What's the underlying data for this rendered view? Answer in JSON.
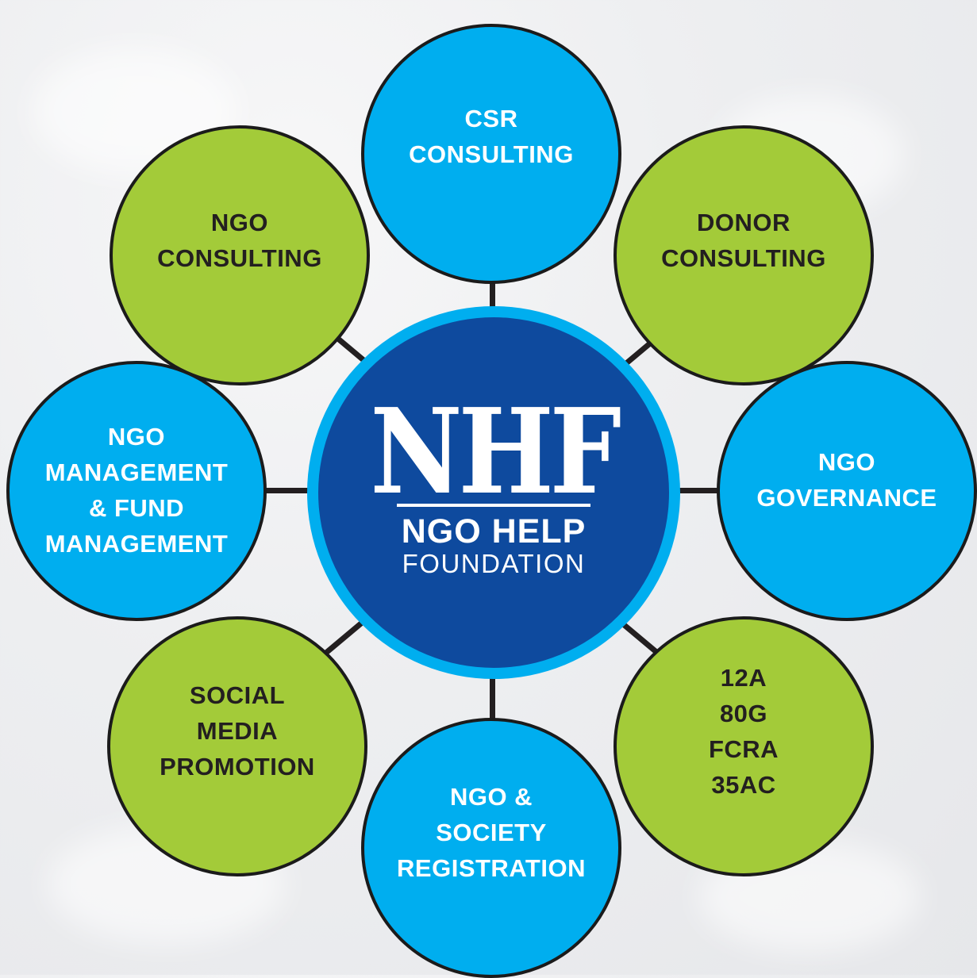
{
  "center": {
    "logo_mark": "NHF",
    "logo_line1": "NGO HELP",
    "logo_line2": "FOUNDATION",
    "ring_color": "#00aeef",
    "fill_color": "#0e4a9e"
  },
  "colors": {
    "green": "#a3cb39",
    "blue": "#00aeef",
    "outline": "#1b1b1b"
  },
  "nodes": [
    {
      "label": "CSR\nCONSULTING",
      "color": "blue"
    },
    {
      "label": "DONOR\nCONSULTING",
      "color": "green"
    },
    {
      "label": "NGO\nGOVERNANCE",
      "color": "blue"
    },
    {
      "label": "12A\n80G\nFCRA\n35AC",
      "color": "green"
    },
    {
      "label": "NGO &\nSOCIETY\nREGISTRATION",
      "color": "blue"
    },
    {
      "label": "SOCIAL\nMEDIA\nPROMOTION",
      "color": "green"
    },
    {
      "label": "NGO\nMANAGEMENT\n& FUND\nMANAGEMENT",
      "color": "blue"
    },
    {
      "label": "NGO\nCONSULTING",
      "color": "green"
    }
  ]
}
